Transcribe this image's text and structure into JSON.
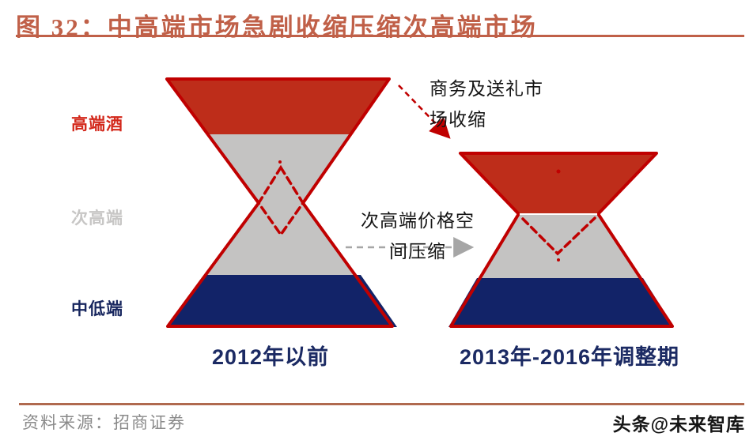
{
  "title": "图 32：中高端市场急剧收缩压缩次高端市场",
  "tiers": [
    {
      "label": "高端酒",
      "color": "#d3281b"
    },
    {
      "label": "次高端",
      "color": "#c7c6c5"
    },
    {
      "label": "中低端",
      "color": "#17265e"
    }
  ],
  "annotations": {
    "business_gift": "商务及送礼市场收缩",
    "subpremium_squeeze": "次高端价格空间压缩"
  },
  "periods": [
    {
      "label": "2012年以前"
    },
    {
      "label": "2013年-2016年调整期"
    }
  ],
  "footer": {
    "source": "资料来源：招商证券",
    "watermark": "头条@未来智库"
  },
  "colors": {
    "title-accent": "#c06048",
    "rule": "#b06a4f",
    "fill-red": "#be2d1a",
    "fill-gray": "#c4c3c2",
    "fill-navy": "#122368",
    "outline-red": "#c00000",
    "arrow-gray": "#a6a6a6",
    "label-navy": "#1b2a63"
  },
  "diagram": {
    "type": "hourglass-market-structure-comparison",
    "left_figure": {
      "period": "2012年以前",
      "segments_top_to_bottom": [
        "高端酒",
        "次高端",
        "中低端"
      ]
    },
    "right_figure": {
      "period": "2013年-2016年调整期",
      "segments_top_to_bottom": [
        "高端酒",
        "次高端",
        "中低端"
      ]
    }
  }
}
